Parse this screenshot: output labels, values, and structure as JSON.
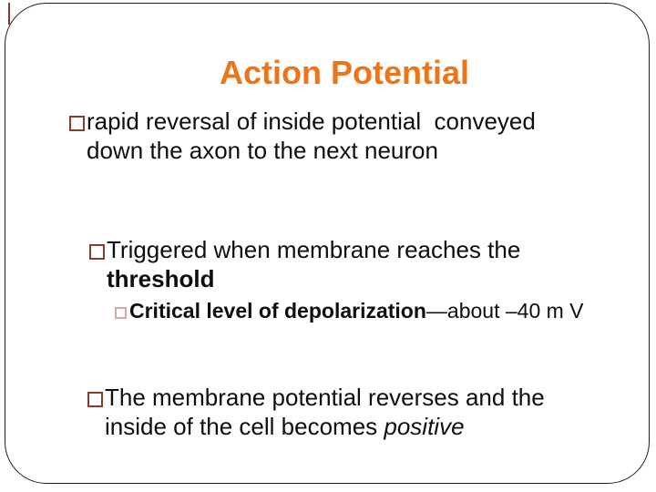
{
  "slide": {
    "title": "Action Potential",
    "title_color": "#ed7519",
    "border_color": "#1e1e1e",
    "accent_tick_color": "#8a3a30",
    "bullet_level1_color": "#8b3a2b",
    "bullet_level2_color": "#d9a8a2",
    "text_color": "#0e0e0e",
    "bullets": [
      {
        "level": 1,
        "runs": [
          {
            "text": "rapid reversal of inside potential  conveyed down the axon to the next neuron",
            "bold": false,
            "italic": false
          }
        ]
      },
      {
        "level": 1,
        "runs": [
          {
            "text": "Triggered when membrane reaches the ",
            "bold": false,
            "italic": false
          },
          {
            "text": "threshold",
            "bold": true,
            "italic": false
          }
        ]
      },
      {
        "level": 2,
        "runs": [
          {
            "text": "Critical level of depolarization",
            "bold": true,
            "italic": false
          },
          {
            "text": "—about –40 m V",
            "bold": false,
            "italic": false
          }
        ]
      },
      {
        "level": 1,
        "runs": [
          {
            "text": "The membrane potential reverses and the inside of the cell becomes ",
            "bold": false,
            "italic": false
          },
          {
            "text": "positive",
            "bold": false,
            "italic": true
          }
        ]
      }
    ]
  }
}
